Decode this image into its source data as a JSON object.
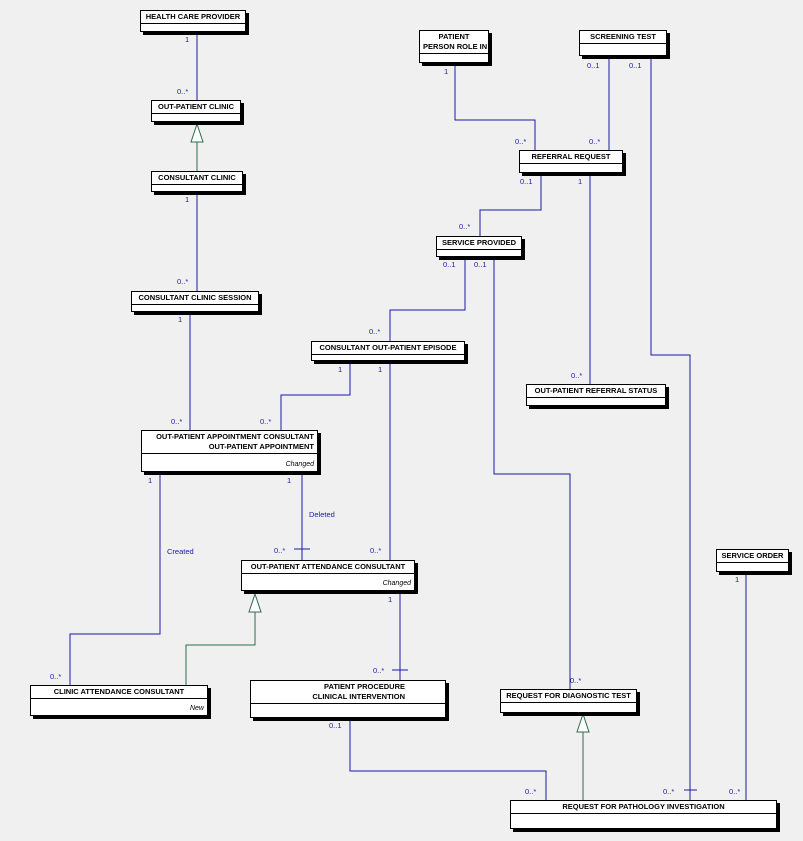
{
  "colors": {
    "line": "#1a1aa6",
    "inheritance": "#2b6b4f",
    "background": "#f0f0f0"
  },
  "entities": {
    "health_care_provider": "HEALTH CARE PROVIDER",
    "out_patient_clinic": "OUT-PATIENT CLINIC",
    "consultant_clinic": "CONSULTANT CLINIC",
    "consultant_clinic_session": "CONSULTANT CLINIC SESSION",
    "patient_person_role": "PATIENT\nPERSON ROLE IN",
    "screening_test": "SCREENING TEST",
    "referral_request": "REFERRAL REQUEST",
    "service_provided": "SERVICE PROVIDED",
    "consultant_out_patient_episode": "CONSULTANT OUT-PATIENT EPISODE",
    "out_patient_referral_status": "OUT-PATIENT REFERRAL STATUS",
    "out_patient_appointment": "OUT-PATIENT APPOINTMENT CONSULTANT\nOUT-PATIENT APPOINTMENT",
    "out_patient_appointment_note": "Changed",
    "out_patient_attendance": "OUT-PATIENT ATTENDANCE CONSULTANT",
    "out_patient_attendance_note": "Changed",
    "clinic_attendance": "CLINIC ATTENDANCE CONSULTANT",
    "clinic_attendance_note": "New",
    "patient_procedure": "PATIENT PROCEDURE\nCLINICAL INTERVENTION",
    "request_diagnostic_test": "REQUEST FOR DIAGNOSTIC TEST",
    "service_order": "SERVICE ORDER",
    "request_pathology": "REQUEST FOR PATHOLOGY INVESTIGATION"
  },
  "relationship_tags": {
    "created": "Created",
    "deleted": "Deleted"
  },
  "multiplicities": {
    "m1": "1",
    "m2": "0..*",
    "m3": "1",
    "m4": "0..*",
    "m5": "1",
    "m6": "0..*",
    "m7": "1",
    "m8": "0..*",
    "m9": "0..*",
    "m10": "0..1",
    "m11": "0..1",
    "m12": "0..*",
    "m13": "0..1",
    "m14": "1",
    "m15": "0..*",
    "m16": "0..1",
    "m17": "0..1",
    "m18": "0..*",
    "m19": "1",
    "m20": "1",
    "m21": "0..*",
    "m22": "0..*",
    "m23": "1",
    "m24": "0..*",
    "m25": "1",
    "m26": "0..*",
    "m27": "0..*",
    "m28": "1",
    "m29": "0..*",
    "m30": "0..*",
    "m31": "0..1",
    "m32": "0..*",
    "m33": "0..*",
    "m34": "1",
    "m35": "0..*"
  }
}
